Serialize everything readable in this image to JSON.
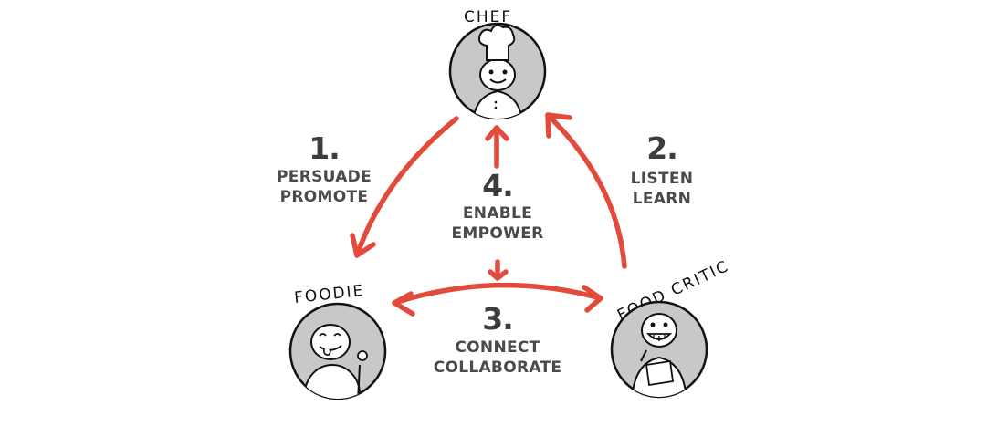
{
  "colors": {
    "arrow": "#e24a3b",
    "text": "#3d3d3d",
    "circle_fill": "#c8c8c8",
    "ink": "#111111"
  },
  "nodes": {
    "chef": {
      "label": "CHEF",
      "icon": "chef-icon"
    },
    "foodie": {
      "label": "FOODIE",
      "icon": "foodie-icon"
    },
    "food_critic": {
      "label": "FOOD CRITIC",
      "icon": "food-critic-icon"
    }
  },
  "steps": [
    {
      "number": "1.",
      "line1": "PERSUADE",
      "line2": "PROMOTE",
      "from": "chef",
      "to": "foodie"
    },
    {
      "number": "2.",
      "line1": "LISTEN",
      "line2": "LEARN",
      "from": "food_critic",
      "to": "chef"
    },
    {
      "number": "3.",
      "line1": "CONNECT",
      "line2": "COLLABORATE",
      "from": "foodie",
      "to": "food_critic"
    },
    {
      "number": "4.",
      "line1": "ENABLE",
      "line2": "EMPOWER",
      "from": "center",
      "to": "chef"
    }
  ]
}
